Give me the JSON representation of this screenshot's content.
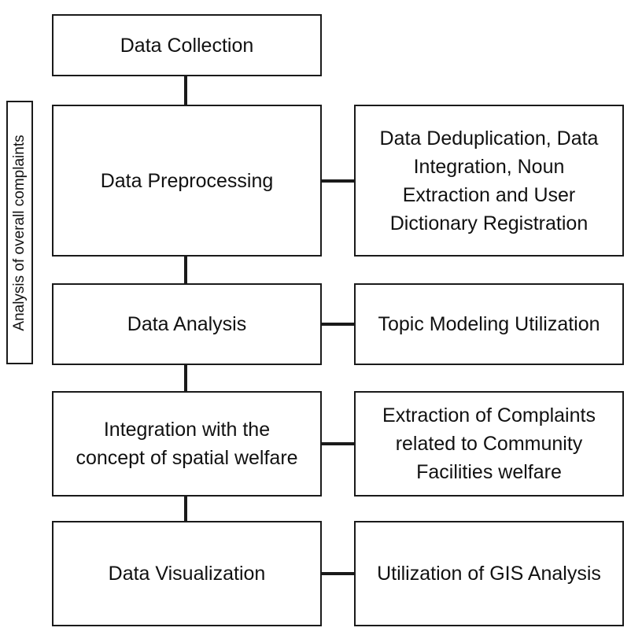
{
  "side_label": "Analysis of overall complaints",
  "steps": {
    "collection": "Data Collection",
    "preprocessing": "Data Preprocessing",
    "analysis": "Data Analysis",
    "integration": "Integration with the\nconcept of spatial welfare",
    "visualization": "Data Visualization"
  },
  "details": {
    "preprocessing": "Data Deduplication, Data\nIntegration, Noun\nExtraction and User\nDictionary Registration",
    "analysis": "Topic Modeling Utilization",
    "integration": "Extraction of Complaints\nrelated to Community\nFacilities welfare",
    "visualization": "Utilization of GIS Analysis"
  }
}
